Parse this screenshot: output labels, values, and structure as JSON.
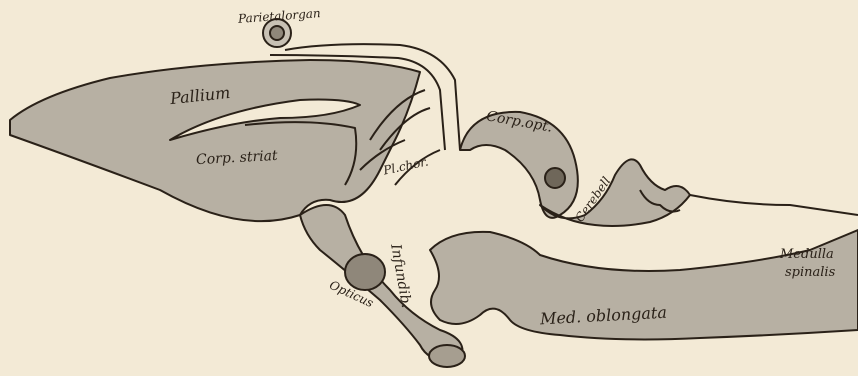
{
  "colors": {
    "background": "#f3ead6",
    "tissue_fill": "#b7b0a3",
    "outline": "#2a2118"
  },
  "labels": {
    "parietalorgan": "Parietalorgan",
    "pallium": "Pallium",
    "corp_striat": "Corp. striat",
    "pl_chor": "Pl.chor.",
    "corp_opt": "Corp.opt.",
    "cerebell": "Cerebell",
    "opticus": "Opticus",
    "infundib": "Infundib.",
    "med_oblongata": "Med. oblongata",
    "medulla": "Medulla",
    "spinalis": "spinalis"
  }
}
